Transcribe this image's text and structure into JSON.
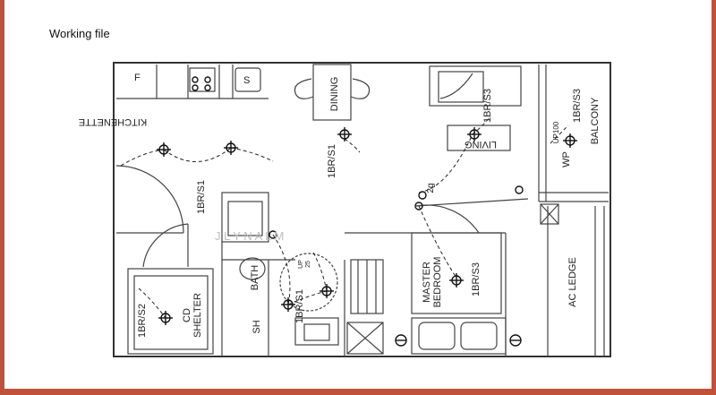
{
  "slide": {
    "title": "Working file"
  },
  "plan": {
    "rooms": {
      "kitchenette": "KITCHENETTE",
      "dining": "DINING",
      "living": "LIVING",
      "balcony": "BALCONY",
      "master_bedroom": "MASTER\nBEDROOM",
      "ac_ledge": "AC  LEDGE",
      "cd_shelter": "CD\nSHELTER",
      "bath": "BATH",
      "sh": "SH"
    },
    "fixtures": {
      "fridge": "F",
      "sink": "S",
      "up100": "UP100",
      "wp": "WP",
      "up25": "UP\n25"
    },
    "lighting_labels": {
      "kitchen": "1BR/S1",
      "dining": "1BR/S1",
      "living": "1BR/S3",
      "balcony": "1BR/S3",
      "bedroom": "1BR/S3",
      "shelter": "1BR/S2",
      "bath": "1BR/S1",
      "door": "2g"
    },
    "watermark": "J  L  Y  N     A  L  M"
  }
}
